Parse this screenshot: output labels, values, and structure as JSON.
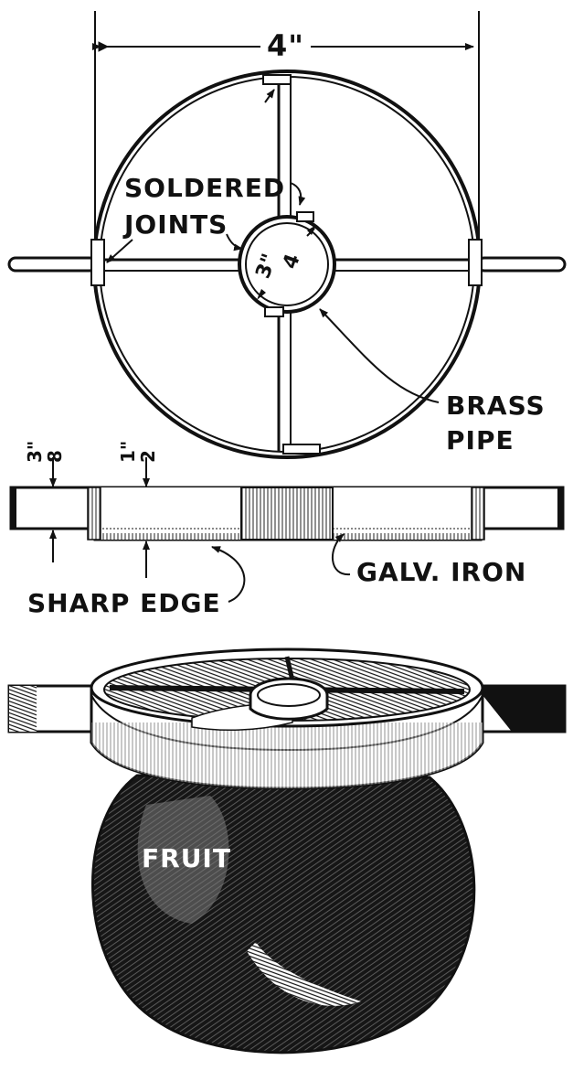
{
  "labels": {
    "width_dim": "4\"",
    "pipe_dim_num": "3\"",
    "pipe_dim_den": "4",
    "soldered_1": "SOLDERED",
    "soldered_2": "JOINTS",
    "brass_1": "BRASS",
    "brass_2": "PIPE",
    "depth_1_num": "3\"",
    "depth_1_den": "8",
    "depth_2_num": "1\"",
    "depth_2_den": "2",
    "sharp_edge": "SHARP EDGE",
    "galv_iron": "GALV. IRON",
    "fruit": "FRUIT"
  },
  "colors": {
    "ink": "#111111",
    "paper": "#ffffff",
    "fruit": "#1a1a1a"
  }
}
